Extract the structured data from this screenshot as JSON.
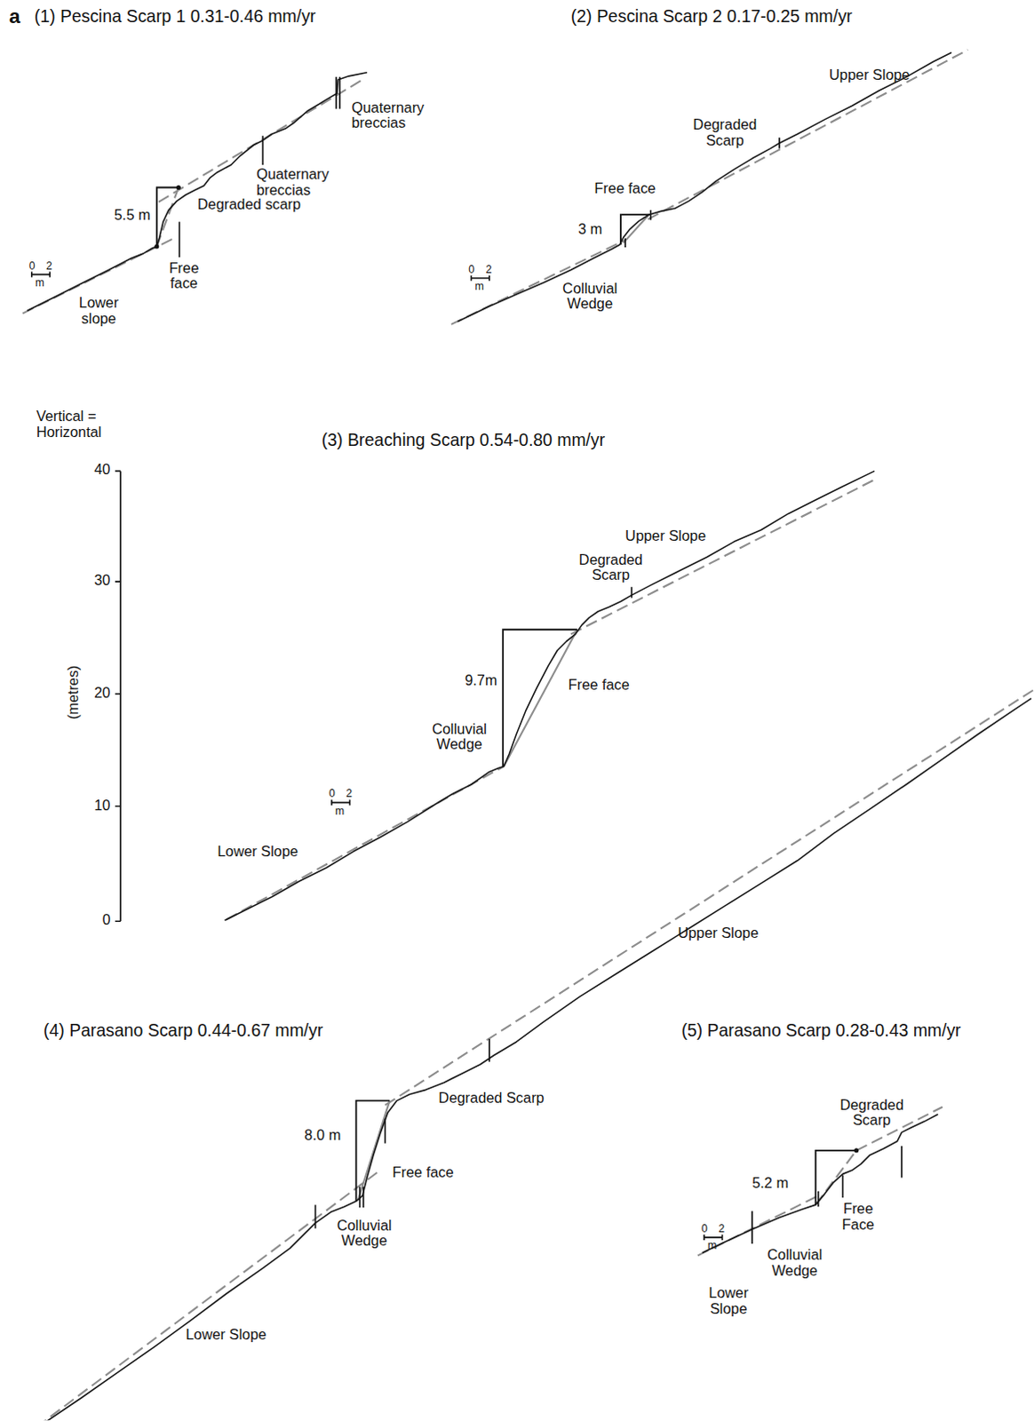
{
  "diagram": {
    "labels": [
      "a",
      "(1) Pescina Scarp 1 0.31-0.46 mm/yr",
      "(2) Pescina Scarp 2 0.17-0.25 mm/yr",
      "Quaternary breccias",
      "Quaternary breccias",
      "Degraded scarp",
      "5.5 m",
      "Free face",
      "0",
      "2",
      "m",
      "Lower slope",
      "Upper Slope",
      "Degraded Scarp",
      "Free face",
      "3 m",
      "0",
      "2",
      "m",
      "Colluvial Wedge",
      "Vertical = Horizontal",
      "40",
      "30",
      "20",
      "10",
      "0",
      "(metres)",
      "(3) Breaching Scarp 0.54-0.80 mm/yr",
      "Upper Slope",
      "Degraded Scarp",
      "9.7m",
      "Free face",
      "Colluvial Wedge",
      "0",
      "2",
      "m",
      "Lower Slope",
      "Upper Slope",
      "(4) Parasano Scarp 0.44-0.67 mm/yr",
      "Degraded Scarp",
      "8.0 m",
      "Free face",
      "Colluvial Wedge",
      "Lower Slope",
      "(5) Parasano Scarp 0.28-0.43 mm/yr",
      "Degraded Scarp",
      "5.2 m",
      "Free Face",
      "0",
      "2",
      "m",
      "Colluvial Wedge",
      "Lower Slope"
    ]
  }
}
